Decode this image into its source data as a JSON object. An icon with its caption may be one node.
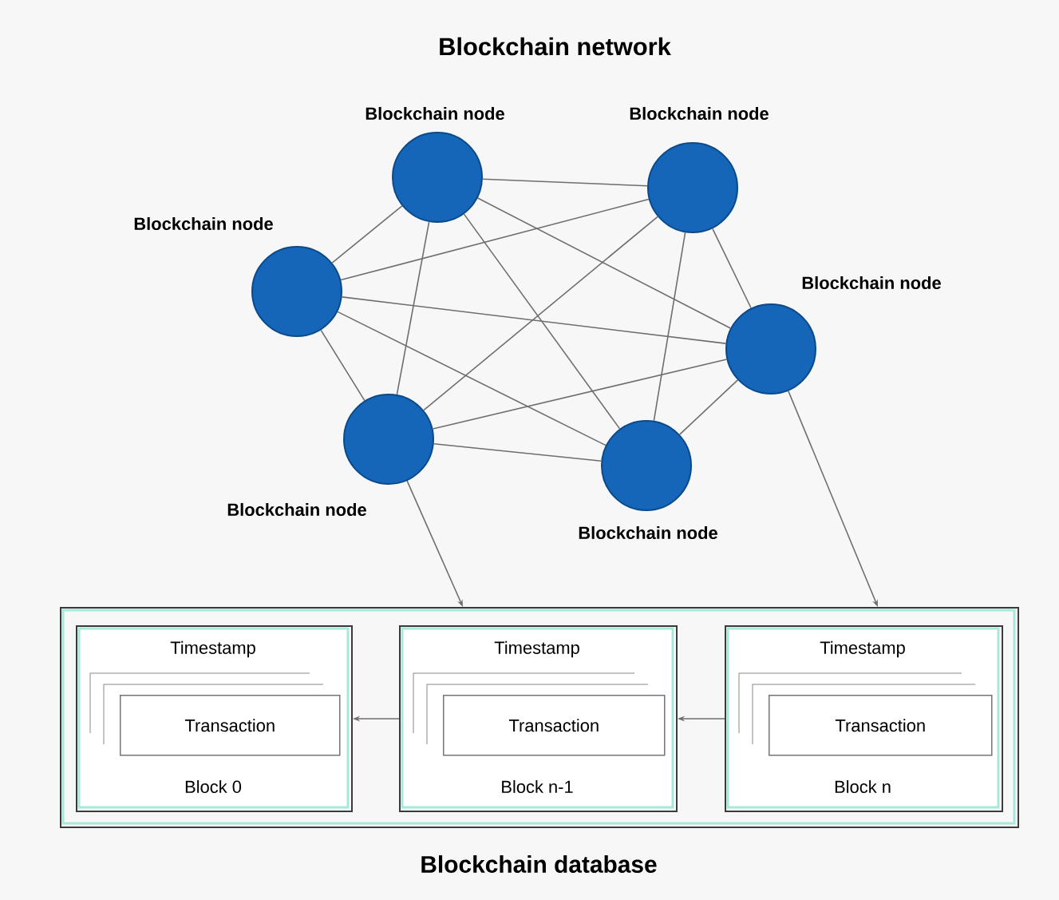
{
  "diagram": {
    "title": "Blockchain network",
    "nodes": [
      {
        "text": [
          "Blockchain node"
        ]
      },
      {
        "text": [
          "Blockchain node"
        ]
      },
      {
        "text": [
          "Blockchain node"
        ]
      },
      {
        "text": [
          "Blockchain node"
        ]
      },
      {
        "text": [
          "Blockchain node"
        ]
      },
      {
        "text": [
          "Blockchain node"
        ]
      },
      {
        "text": [
          "Blockchain database"
        ]
      },
      {
        "text": [
          "Timestamp",
          "Block 0"
        ],
        "in": 6
      },
      {
        "text": [
          "Transaction"
        ],
        "in": 7
      },
      {
        "text": [
          "Timestamp",
          "Block n-1"
        ],
        "in": 6
      },
      {
        "text": [
          "Transaction"
        ],
        "in": 9
      },
      {
        "text": [
          "Timestamp",
          "Block n"
        ],
        "in": 6
      },
      {
        "text": [
          "Transaction"
        ],
        "in": 11
      }
    ],
    "edges": [
      {
        "from": 0,
        "to": 1,
        "arrow": "none"
      },
      {
        "from": 0,
        "to": 2,
        "arrow": "none"
      },
      {
        "from": 0,
        "to": 3,
        "arrow": "none"
      },
      {
        "from": 0,
        "to": 4,
        "arrow": "none"
      },
      {
        "from": 0,
        "to": 5,
        "arrow": "none"
      },
      {
        "from": 1,
        "to": 2,
        "arrow": "none"
      },
      {
        "from": 1,
        "to": 3,
        "arrow": "none"
      },
      {
        "from": 1,
        "to": 4,
        "arrow": "none"
      },
      {
        "from": 1,
        "to": 5,
        "arrow": "none"
      },
      {
        "from": 2,
        "to": 3,
        "arrow": "none"
      },
      {
        "from": 2,
        "to": 4,
        "arrow": "none"
      },
      {
        "from": 2,
        "to": 5,
        "arrow": "none"
      },
      {
        "from": 3,
        "to": 4,
        "arrow": "none"
      },
      {
        "from": 3,
        "to": 5,
        "arrow": "none"
      },
      {
        "from": 4,
        "to": 5,
        "arrow": "none"
      },
      {
        "from": 4,
        "to": 6,
        "arrow": "to"
      },
      {
        "from": 3,
        "to": 6,
        "arrow": "to"
      },
      {
        "from": 11,
        "to": 9,
        "arrow": "to"
      },
      {
        "from": 9,
        "to": 7,
        "arrow": "to"
      }
    ]
  }
}
